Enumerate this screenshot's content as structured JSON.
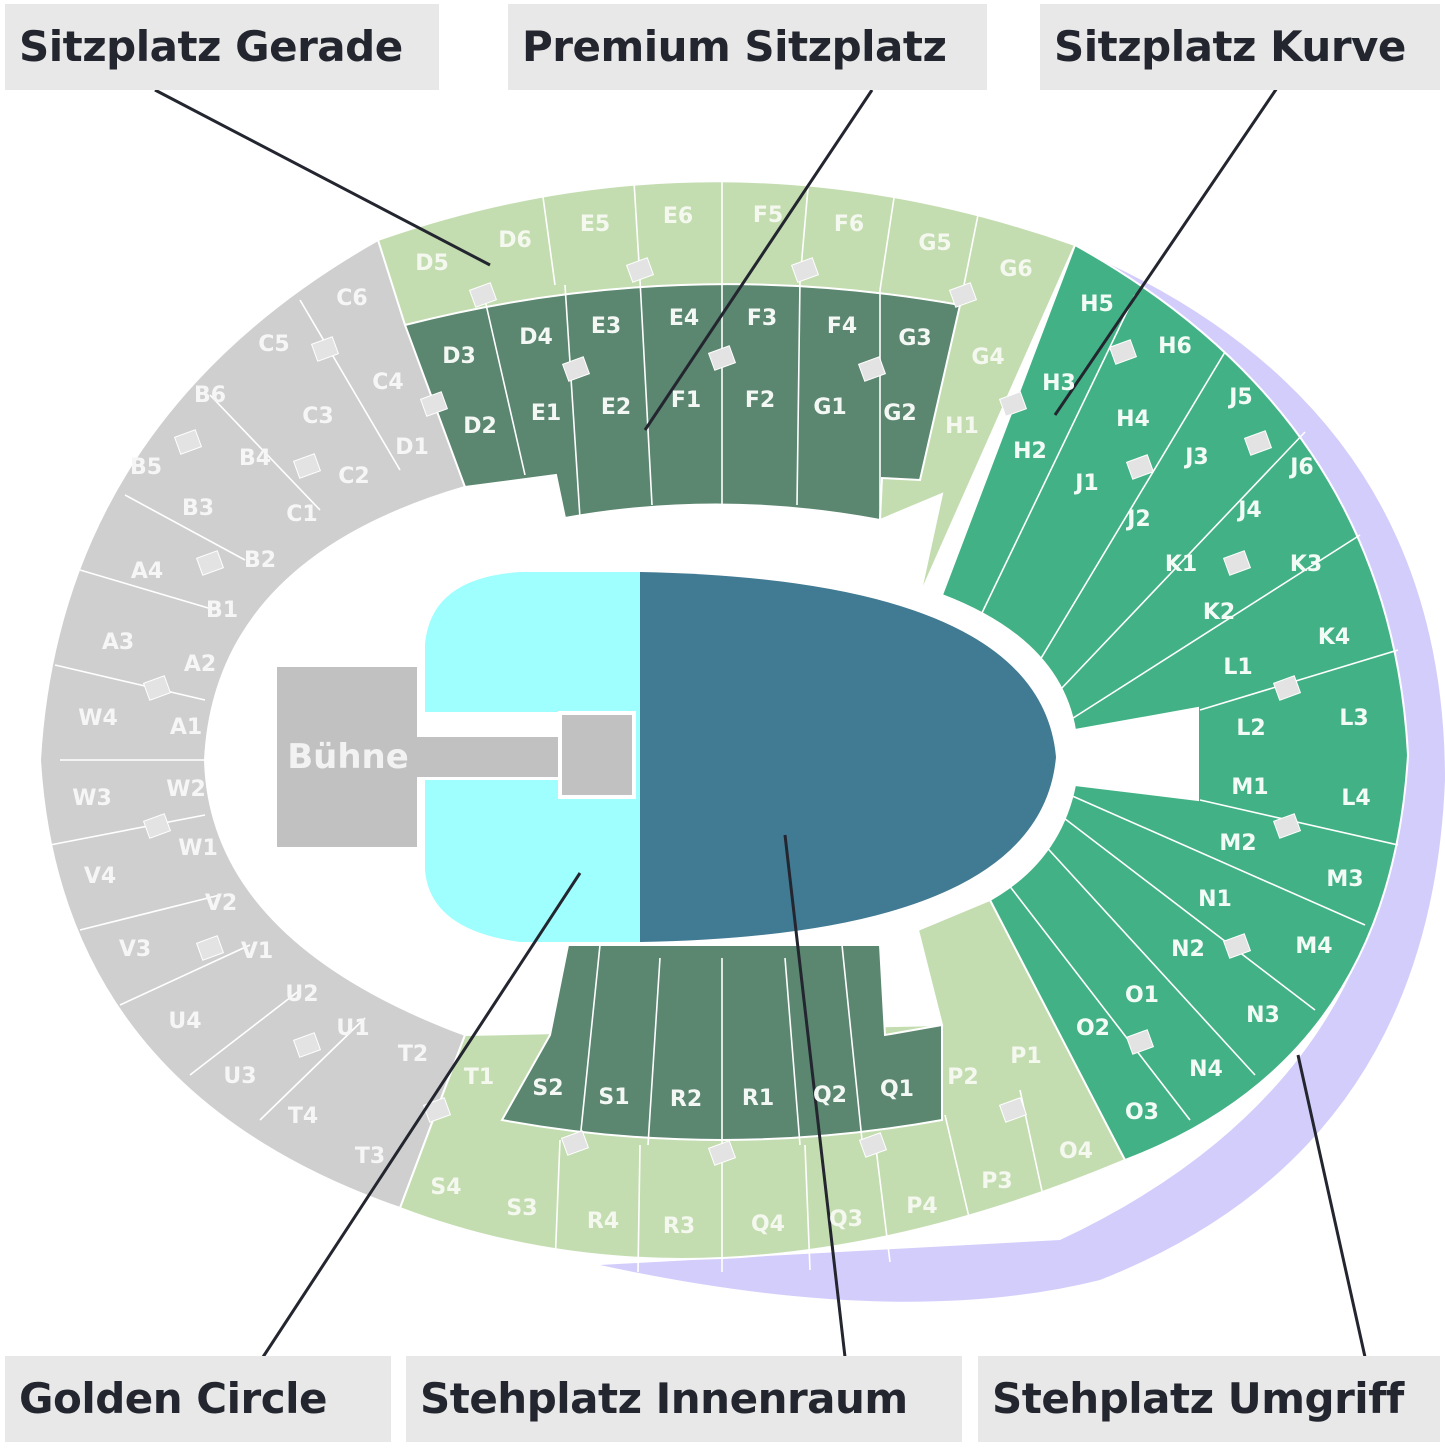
{
  "labels": {
    "sitzplatz_gerade": "Sitzplatz Gerade",
    "premium_sitzplatz": "Premium Sitzplatz",
    "sitzplatz_kurve": "Sitzplatz Kurve",
    "golden_circle": "Golden Circle",
    "stehplatz_innenraum": "Stehplatz Innenraum",
    "stehplatz_umgriff": "Stehplatz Umgriff",
    "stage": "Bühne"
  },
  "colors": {
    "grey_block": "#cfcfcf",
    "light_green": "#c3ddb0",
    "dark_green": "#5b8670",
    "medium_green": "#42b286",
    "lavender": "#d3cdfb",
    "golden_circle": "#9ffefe",
    "innenraum": "#417a93",
    "stage": "#c1c1c1",
    "label_bg": "#e8e8e8",
    "label_text": "#23252f",
    "leader_line": "#23252f"
  },
  "sections": {
    "grey": [
      "C6",
      "C5",
      "C4",
      "C3",
      "C2",
      "C1",
      "B6",
      "B5",
      "B4",
      "B3",
      "B2",
      "B1",
      "A4",
      "A3",
      "A2",
      "A1",
      "W4",
      "W3",
      "W2",
      "W1",
      "V4",
      "V3",
      "V2",
      "V1",
      "U4",
      "U3",
      "U2",
      "U1",
      "T4",
      "T3",
      "T2",
      "D1"
    ],
    "light_green": [
      "D5",
      "D6",
      "E5",
      "E6",
      "F5",
      "F6",
      "G5",
      "G6",
      "G4",
      "H1",
      "T1",
      "S4",
      "S3",
      "R4",
      "R3",
      "Q4",
      "Q3",
      "P4",
      "P3",
      "P2",
      "P1",
      "O4"
    ],
    "dark_green": [
      "D3",
      "D4",
      "E3",
      "E4",
      "F3",
      "F4",
      "G3",
      "D2",
      "E1",
      "E2",
      "F1",
      "F2",
      "G1",
      "G2",
      "S2",
      "S1",
      "R2",
      "R1",
      "Q2",
      "Q1"
    ],
    "medium_green": [
      "H5",
      "H6",
      "H3",
      "H4",
      "H2",
      "J5",
      "J6",
      "J3",
      "J1",
      "J4",
      "J2",
      "K1",
      "K3",
      "K2",
      "K4",
      "L1",
      "L2",
      "L3",
      "M1",
      "L4",
      "M2",
      "M3",
      "N1",
      "N2",
      "M4",
      "O1",
      "O2",
      "N3",
      "N4",
      "O3"
    ]
  }
}
